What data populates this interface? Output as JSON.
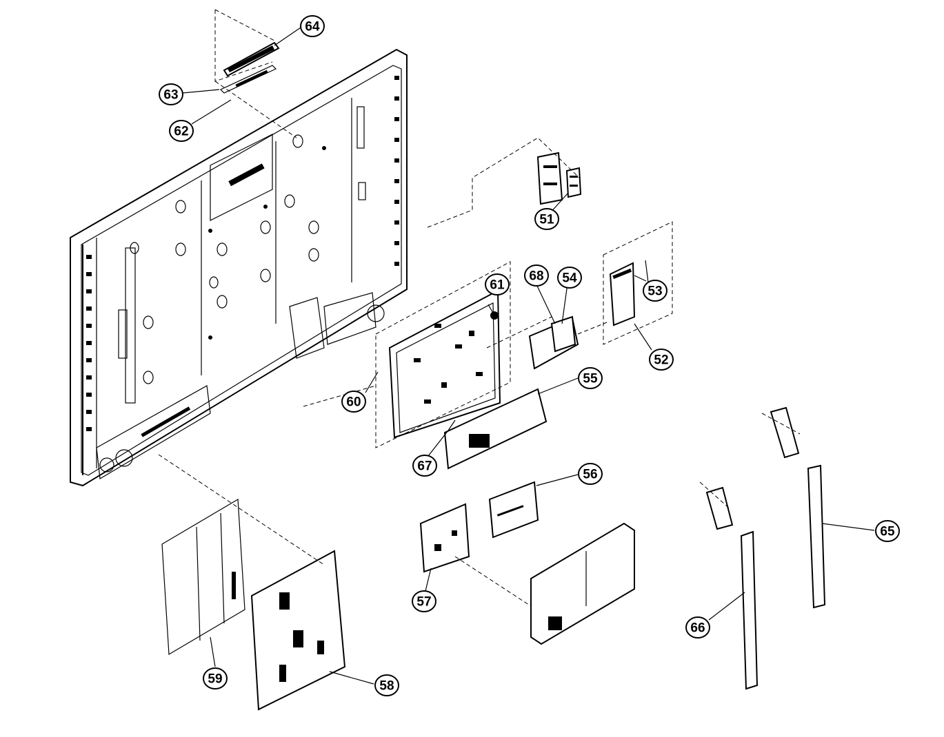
{
  "callouts": [
    {
      "id": "51",
      "label": "51"
    },
    {
      "id": "52",
      "label": "52"
    },
    {
      "id": "53",
      "label": "53"
    },
    {
      "id": "54",
      "label": "54"
    },
    {
      "id": "55",
      "label": "55"
    },
    {
      "id": "56",
      "label": "56"
    },
    {
      "id": "57",
      "label": "57"
    },
    {
      "id": "58",
      "label": "58"
    },
    {
      "id": "59",
      "label": "59"
    },
    {
      "id": "60",
      "label": "60"
    },
    {
      "id": "61",
      "label": "61"
    },
    {
      "id": "62",
      "label": "62"
    },
    {
      "id": "63",
      "label": "63"
    },
    {
      "id": "64",
      "label": "64"
    },
    {
      "id": "65",
      "label": "65"
    },
    {
      "id": "66",
      "label": "66"
    },
    {
      "id": "67",
      "label": "67"
    },
    {
      "id": "68",
      "label": "68"
    }
  ]
}
